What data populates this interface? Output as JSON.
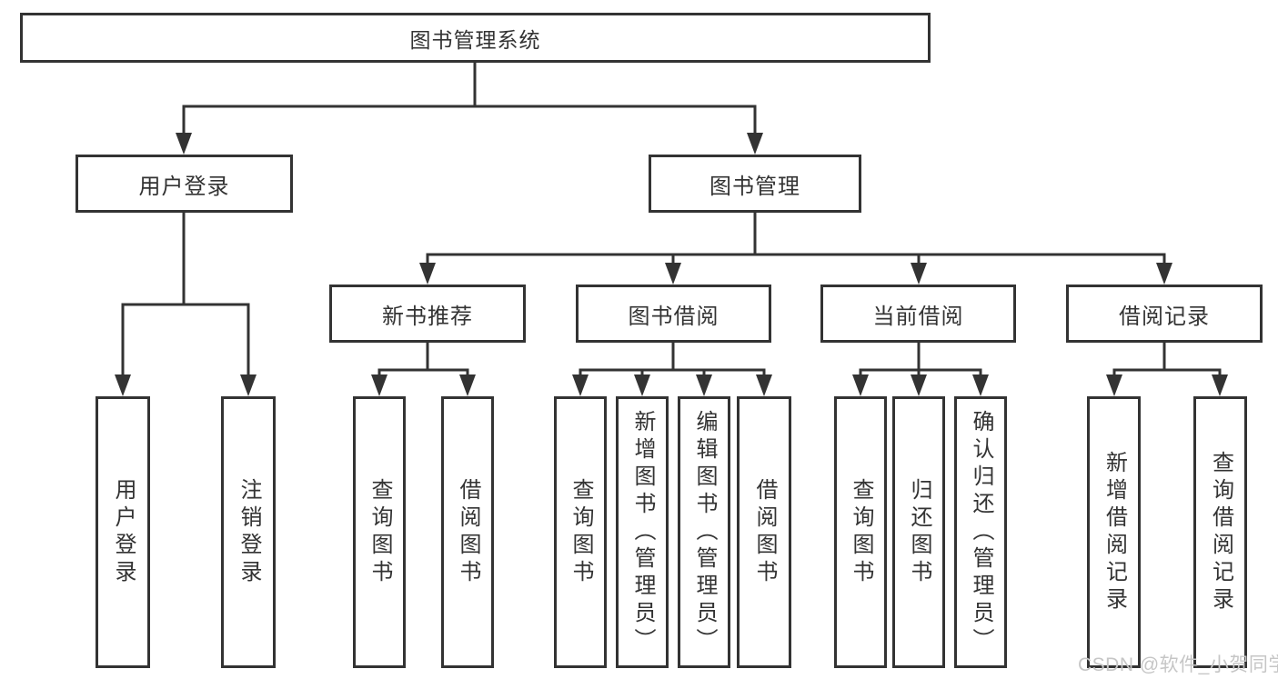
{
  "watermark": "CSDN @软件_小贺同学",
  "colors": {
    "line": "#333333",
    "text": "#333333",
    "background": "#ffffff",
    "watermark": "#c6c6c6"
  },
  "nodes": {
    "root": {
      "label": "图书管理系统"
    },
    "user_login": {
      "label": "用户登录"
    },
    "book_mgmt": {
      "label": "图书管理"
    },
    "new_book_rec": {
      "label": "新书推荐"
    },
    "book_borrow": {
      "label": "图书借阅"
    },
    "current_borrow": {
      "label": "当前借阅"
    },
    "borrow_records": {
      "label": "借阅记录"
    },
    "login": {
      "label": "用户登录"
    },
    "logout": {
      "label": "注销登录"
    },
    "rec_query_books": {
      "label": "查询图书"
    },
    "rec_borrow_books": {
      "label": "借阅图书"
    },
    "bb_query_books": {
      "label": "查询图书"
    },
    "bb_add_books": {
      "label": "新增图书（管理员）"
    },
    "bb_edit_books": {
      "label": "编辑图书（管理员）"
    },
    "bb_borrow_books": {
      "label": "借阅图书"
    },
    "cb_query_books": {
      "label": "查询图书"
    },
    "cb_return_books": {
      "label": "归还图书"
    },
    "cb_confirm_return": {
      "label": "确认归还（管理员）"
    },
    "br_add_record": {
      "label": "新增借阅记录"
    },
    "br_query_record": {
      "label": "查询借阅记录"
    }
  },
  "hierarchy": {
    "root": [
      "user_login",
      "book_mgmt"
    ],
    "user_login": [
      "login",
      "logout"
    ],
    "book_mgmt": [
      "new_book_rec",
      "book_borrow",
      "current_borrow",
      "borrow_records"
    ],
    "new_book_rec": [
      "rec_query_books",
      "rec_borrow_books"
    ],
    "book_borrow": [
      "bb_query_books",
      "bb_add_books",
      "bb_edit_books",
      "bb_borrow_books"
    ],
    "current_borrow": [
      "cb_query_books",
      "cb_return_books",
      "cb_confirm_return"
    ],
    "borrow_records": [
      "br_add_record",
      "br_query_record"
    ]
  }
}
